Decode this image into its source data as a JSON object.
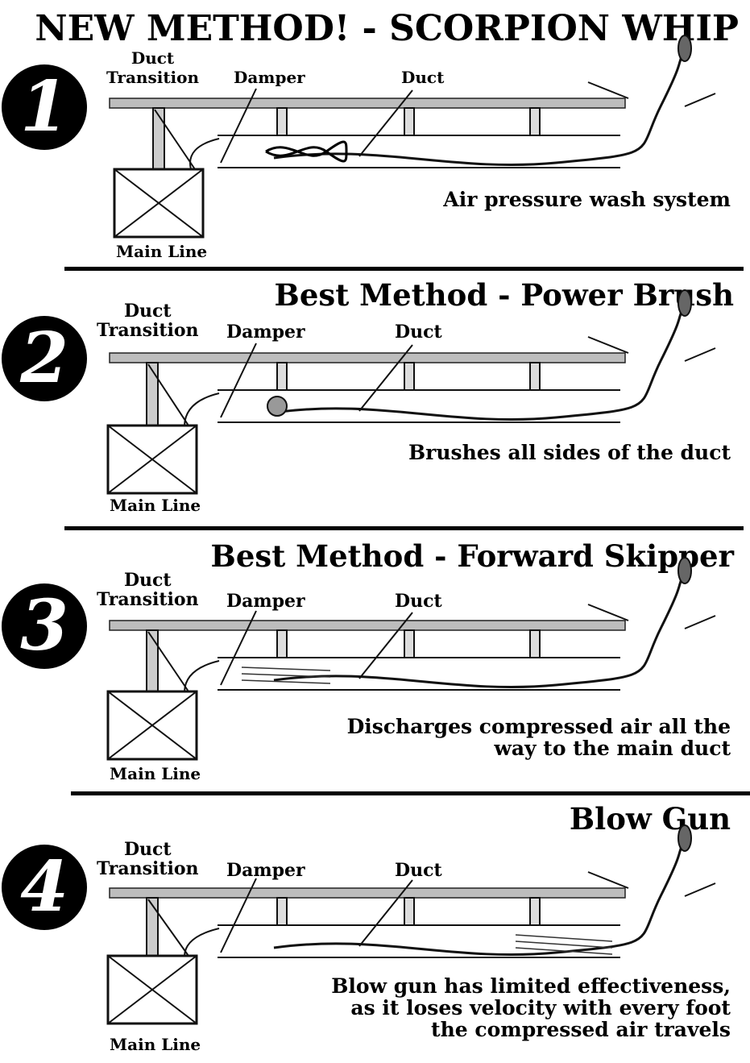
{
  "panels": [
    {
      "number": "1",
      "title": "NEW METHOD! - SCORPION WHIP",
      "labels": {
        "transition": "Duct\nTransition",
        "damper": "Damper",
        "duct": "Duct",
        "main_line": "Main Line"
      },
      "caption": "Air pressure wash system",
      "tool": "scorpion-whip"
    },
    {
      "number": "2",
      "title": "Best Method - Power Brush",
      "labels": {
        "transition": "Duct\nTransition",
        "damper": "Damper",
        "duct": "Duct",
        "main_line": "Main Line"
      },
      "caption": "Brushes all sides of the duct",
      "tool": "power-brush"
    },
    {
      "number": "3",
      "title": "Best Method - Forward Skipper",
      "labels": {
        "transition": "Duct\nTransition",
        "damper": "Damper",
        "duct": "Duct",
        "main_line": "Main Line"
      },
      "caption": "Discharges compressed air all the\nway to the main duct",
      "tool": "forward-skipper"
    },
    {
      "number": "4",
      "title": "Blow Gun",
      "labels": {
        "transition": "Duct\nTransition",
        "damper": "Damper",
        "duct": "Duct",
        "main_line": "Main Line"
      },
      "caption": "Blow gun has limited effectiveness,\nas it loses velocity with every foot\nthe compressed air travels",
      "tool": "blow-gun"
    }
  ]
}
